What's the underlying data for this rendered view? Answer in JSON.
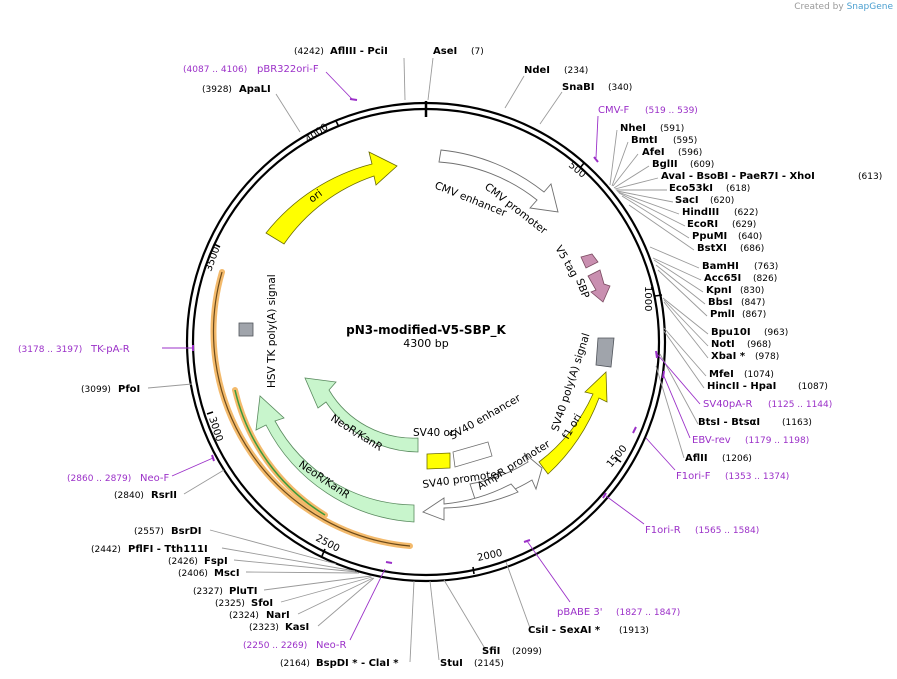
{
  "credit": {
    "prefix": "Created by",
    "brand": "SnapGene"
  },
  "plasmid": {
    "name": "pN3-modified-V5-SBP_K",
    "length_label": "4300 bp",
    "length": 4300
  },
  "ticks": [
    "500",
    "1000",
    "1500",
    "2000",
    "2500",
    "3000",
    "3500",
    "4000"
  ],
  "sites": [
    {
      "name": "AflIII  - PciI",
      "pos": "(4242)"
    },
    {
      "name": "AseI",
      "pos": "(7)"
    },
    {
      "name": "NdeI",
      "pos": "(234)"
    },
    {
      "name": "SnaBI",
      "pos": "(340)"
    },
    {
      "name": "NheI",
      "pos": "(591)"
    },
    {
      "name": "BmtI",
      "pos": "(595)"
    },
    {
      "name": "AfeI",
      "pos": "(596)"
    },
    {
      "name": "BglII",
      "pos": "(609)"
    },
    {
      "name": "AvaI   - BsoBI   - PaeR7I   - XhoI",
      "pos": "(613)"
    },
    {
      "name": "Eco53kI",
      "pos": "(618)"
    },
    {
      "name": "SacI",
      "pos": "(620)"
    },
    {
      "name": "HindIII",
      "pos": "(622)"
    },
    {
      "name": "EcoRI",
      "pos": "(629)"
    },
    {
      "name": "PpuMI",
      "pos": "(640)"
    },
    {
      "name": "BstXI",
      "pos": "(686)"
    },
    {
      "name": "BamHI",
      "pos": "(763)"
    },
    {
      "name": "Acc65I",
      "pos": "(826)"
    },
    {
      "name": "KpnI",
      "pos": "(830)"
    },
    {
      "name": "BbsI",
      "pos": "(847)"
    },
    {
      "name": "PmlI",
      "pos": "(867)"
    },
    {
      "name": "Bpu10I",
      "pos": "(963)"
    },
    {
      "name": "NotI",
      "pos": "(968)"
    },
    {
      "name": "XbaI  *",
      "pos": "(978)"
    },
    {
      "name": "MfeI",
      "pos": "(1074)"
    },
    {
      "name": "HincII  - HpaI",
      "pos": "(1087)"
    },
    {
      "name": "BtsI   - BtsαI",
      "pos": "(1163)"
    },
    {
      "name": "AflII",
      "pos": "(1206)"
    },
    {
      "name": "CsiI   - SexAI  *",
      "pos": "(1913)"
    },
    {
      "name": "SfiI",
      "pos": "(2099)"
    },
    {
      "name": "StuI",
      "pos": "(2145)"
    },
    {
      "name": "BspDI *  - ClaI *",
      "pos": "(2164)"
    },
    {
      "name": "KasI",
      "pos": "(2323)"
    },
    {
      "name": "NarI",
      "pos": "(2324)"
    },
    {
      "name": "SfoI",
      "pos": "(2325)"
    },
    {
      "name": "PluTI",
      "pos": "(2327)"
    },
    {
      "name": "MscI",
      "pos": "(2406)"
    },
    {
      "name": "FspI",
      "pos": "(2426)"
    },
    {
      "name": "PflFI   - Tth111I",
      "pos": "(2442)"
    },
    {
      "name": "BsrDI",
      "pos": "(2557)"
    },
    {
      "name": "RsrII",
      "pos": "(2840)"
    },
    {
      "name": "PfoI",
      "pos": "(3099)"
    },
    {
      "name": "ApaLI",
      "pos": "(3928)"
    }
  ],
  "primers": [
    {
      "name": "pBR322ori-F",
      "pos": "(4087 .. 4106)"
    },
    {
      "name": "CMV-F",
      "pos": "(519 .. 539)"
    },
    {
      "name": "SV40pA-R",
      "pos": "(1125 .. 1144)"
    },
    {
      "name": "EBV-rev",
      "pos": "(1179 .. 1198)"
    },
    {
      "name": "F1ori-F",
      "pos": "(1353 .. 1374)"
    },
    {
      "name": "F1ori-R",
      "pos": "(1565 .. 1584)"
    },
    {
      "name": "pBABE 3'",
      "pos": "(1827 .. 1847)"
    },
    {
      "name": "Neo-R",
      "pos": "(2250 .. 2269)"
    },
    {
      "name": "Neo-F",
      "pos": "(2860 .. 2879)"
    },
    {
      "name": "TK-pA-R",
      "pos": "(3178 .. 3197)"
    }
  ],
  "features": [
    {
      "label": "CMV enhancer",
      "color": "#ffffff"
    },
    {
      "label": "CMV promoter",
      "color": "#ffffff"
    },
    {
      "label": "V5 tag",
      "color": "#c98fb0"
    },
    {
      "label": "SBP",
      "color": "#c98fb0"
    },
    {
      "label": "SV40 poly(A) signal",
      "color": "#a0a4ab"
    },
    {
      "label": "f1 ori",
      "color": "#ffff00"
    },
    {
      "label": "AmpR promoter",
      "color": "#ffffff"
    },
    {
      "label": "SV40 promoter",
      "color": "#ffffff"
    },
    {
      "label": "SV40 ori",
      "color": "#ffff00"
    },
    {
      "label": "SV40 enhancer",
      "color": "#ffffff"
    },
    {
      "label": "NeoR/KanR",
      "color": "#c8f5cc"
    },
    {
      "label": "NeoR/KanR",
      "color": "#c8f5cc"
    },
    {
      "label": "HSV TK poly(A) signal",
      "color": "#a0a4ab"
    },
    {
      "label": "ori",
      "color": "#ffff00"
    }
  ],
  "colors": {
    "primer": "#9b30c8",
    "orf_highlight": "#f2b25c",
    "orf_line": "#3a9a3a"
  }
}
